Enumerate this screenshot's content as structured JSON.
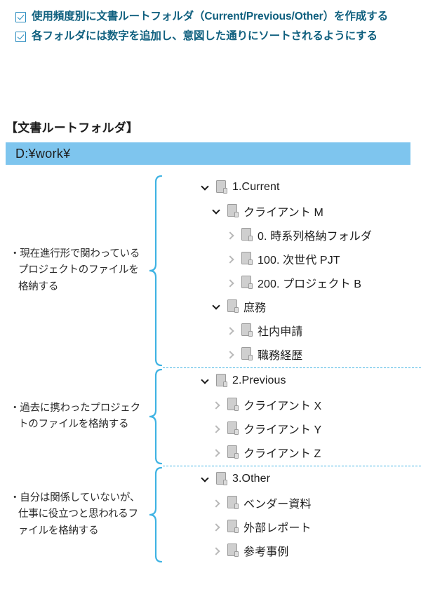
{
  "checklist": {
    "items": [
      {
        "icon": "checkbox-checked-icon",
        "text": "使用頻度別に文書ルートフォルダ（Current/Previous/Other）を作成する"
      },
      {
        "icon": "checkbox-checked-icon",
        "text": "各フォルダには数字を追加し、意図した通りにソートされるようにする"
      }
    ]
  },
  "root_section": {
    "title": "【文書ルートフォルダ】",
    "path": "D:¥work¥",
    "path_bar_color": "#7ec5ee"
  },
  "colors": {
    "accent_blue": "#3fb3e3",
    "heading_blue": "#10607f",
    "folder_gray": "#cfcfcf",
    "chevron_open": "#1a1a1a",
    "chevron_closed": "#b8b8b8"
  },
  "groups": [
    {
      "note": "・現在進行形で関わっているプロジェクトのファイルを格納する",
      "rows": [
        {
          "level": 1,
          "state": "expanded",
          "icon": "folder-icon",
          "label": "1.Current"
        },
        {
          "level": 2,
          "state": "expanded",
          "icon": "folder-icon",
          "label": "クライアント M"
        },
        {
          "level": 3,
          "state": "collapsed",
          "icon": "folder-icon",
          "label": "0. 時系列格納フォルダ"
        },
        {
          "level": 3,
          "state": "collapsed",
          "icon": "folder-icon",
          "label": "100. 次世代 PJT"
        },
        {
          "level": 3,
          "state": "collapsed",
          "icon": "folder-icon",
          "label": "200. プロジェクト B"
        },
        {
          "level": 2,
          "state": "expanded",
          "icon": "folder-icon",
          "label": "庶務"
        },
        {
          "level": 3,
          "state": "collapsed",
          "icon": "folder-icon",
          "label": "社内申請"
        },
        {
          "level": 3,
          "state": "collapsed",
          "icon": "folder-icon",
          "label": "職務経歴"
        }
      ]
    },
    {
      "note": "・過去に携わったプロジェクトのファイルを格納する",
      "rows": [
        {
          "level": 1,
          "state": "expanded",
          "icon": "folder-icon",
          "label": "2.Previous"
        },
        {
          "level": 2,
          "state": "collapsed",
          "icon": "folder-icon",
          "label": "クライアント X"
        },
        {
          "level": 2,
          "state": "collapsed",
          "icon": "folder-icon",
          "label": "クライアント Y"
        },
        {
          "level": 2,
          "state": "collapsed",
          "icon": "folder-icon",
          "label": "クライアント Z"
        }
      ]
    },
    {
      "note": "・自分は関係していないが、仕事に役立つと思われるファイルを格納する",
      "rows": [
        {
          "level": 1,
          "state": "expanded",
          "icon": "folder-icon",
          "label": "3.Other"
        },
        {
          "level": 2,
          "state": "collapsed",
          "icon": "folder-icon",
          "label": "ベンダー資料"
        },
        {
          "level": 2,
          "state": "collapsed",
          "icon": "folder-icon",
          "label": "外部レポート"
        },
        {
          "level": 2,
          "state": "collapsed",
          "icon": "folder-icon",
          "label": "参考事例"
        }
      ]
    }
  ]
}
